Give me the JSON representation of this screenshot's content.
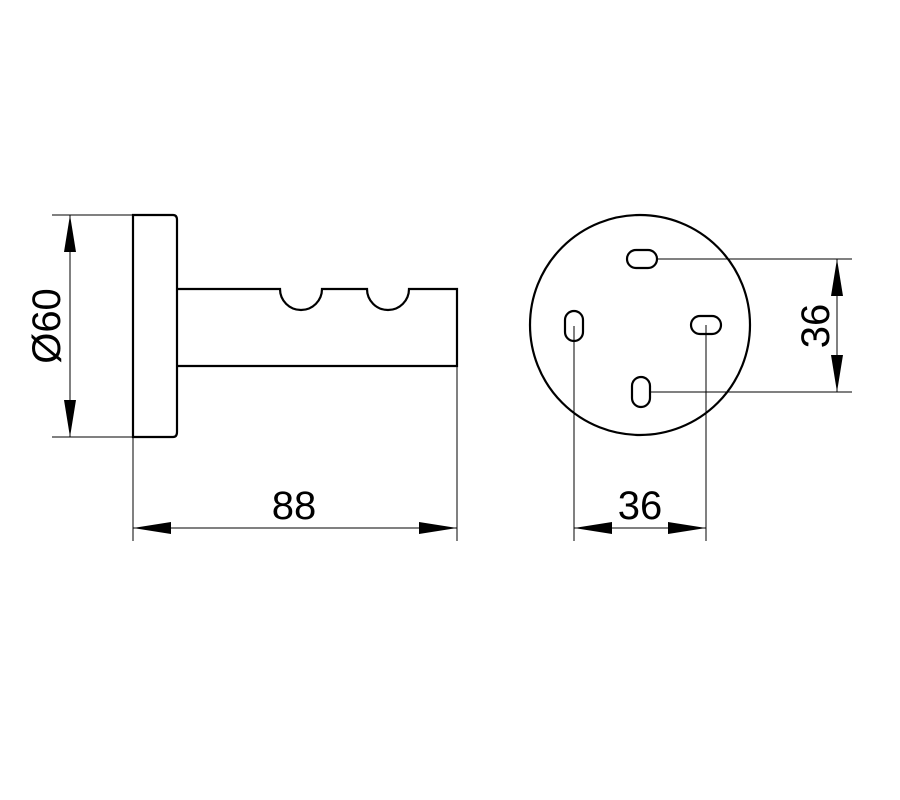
{
  "drawing": {
    "side_view": {
      "diameter_label": "Ø60",
      "depth_label": "88"
    },
    "front_view": {
      "vertical_spacing_label": "36",
      "horizontal_spacing_label": "36"
    }
  }
}
